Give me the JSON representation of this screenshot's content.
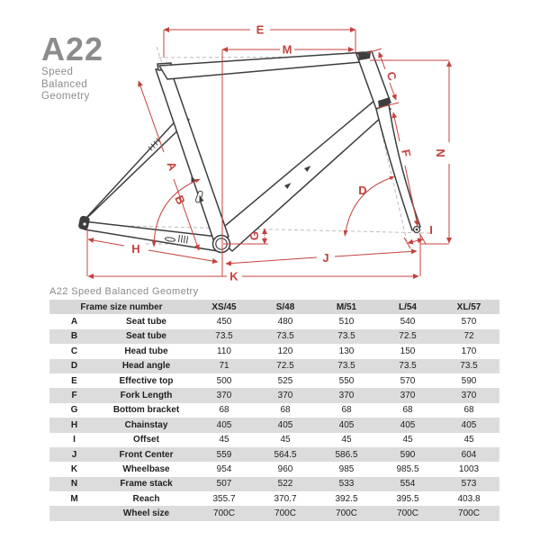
{
  "brand": {
    "model": "A22",
    "tagline": [
      "Speed",
      "Balanced",
      "Geometry"
    ]
  },
  "diagram": {
    "dimension_labels": {
      "A": "A",
      "B": "B",
      "C": "C",
      "D": "D",
      "E": "E",
      "F": "F",
      "G": "G",
      "H": "H",
      "I": "I",
      "J": "J",
      "K": "K",
      "M": "M",
      "N": "N"
    },
    "colors": {
      "dimension_red": "#c4423d",
      "frame_outline": "#3e3e3e",
      "guide_gray": "#bcbcbc",
      "brand_gray": "#8c8c8c"
    }
  },
  "table": {
    "title": "A22 Speed Balanced Geometry",
    "header": {
      "label_col": "Frame size number",
      "sizes": [
        "XS/45",
        "S/48",
        "M/51",
        "L/54",
        "XL/57"
      ]
    },
    "rows": [
      {
        "key": "A",
        "name": "Seat tube",
        "values": [
          "450",
          "480",
          "510",
          "540",
          "570"
        ]
      },
      {
        "key": "B",
        "name": "Seat tube",
        "values": [
          "73.5",
          "73.5",
          "73.5",
          "72.5",
          "72"
        ]
      },
      {
        "key": "C",
        "name": "Head tube",
        "values": [
          "110",
          "120",
          "130",
          "150",
          "170"
        ]
      },
      {
        "key": "D",
        "name": "Head angle",
        "values": [
          "71",
          "72.5",
          "73.5",
          "73.5",
          "73.5"
        ]
      },
      {
        "key": "E",
        "name": "Effective top",
        "values": [
          "500",
          "525",
          "550",
          "570",
          "590"
        ]
      },
      {
        "key": "F",
        "name": "Fork Length",
        "values": [
          "370",
          "370",
          "370",
          "370",
          "370"
        ]
      },
      {
        "key": "G",
        "name": "Bottom bracket",
        "values": [
          "68",
          "68",
          "68",
          "68",
          "68"
        ]
      },
      {
        "key": "H",
        "name": "Chainstay",
        "values": [
          "405",
          "405",
          "405",
          "405",
          "405"
        ]
      },
      {
        "key": "I",
        "name": "Offset",
        "values": [
          "45",
          "45",
          "45",
          "45",
          "45"
        ]
      },
      {
        "key": "J",
        "name": "Front Center",
        "values": [
          "559",
          "564.5",
          "586.5",
          "590",
          "604"
        ]
      },
      {
        "key": "K",
        "name": "Wheelbase",
        "values": [
          "954",
          "960",
          "985",
          "985.5",
          "1003"
        ]
      },
      {
        "key": "N",
        "name": "Frame stack",
        "values": [
          "507",
          "522",
          "533",
          "554",
          "573"
        ]
      },
      {
        "key": "M",
        "name": "Reach",
        "values": [
          "355.7",
          "370.7",
          "392.5",
          "395.5",
          "403.8"
        ]
      },
      {
        "key": "",
        "name": "Wheel size",
        "values": [
          "700C",
          "700C",
          "700C",
          "700C",
          "700C"
        ]
      }
    ]
  }
}
